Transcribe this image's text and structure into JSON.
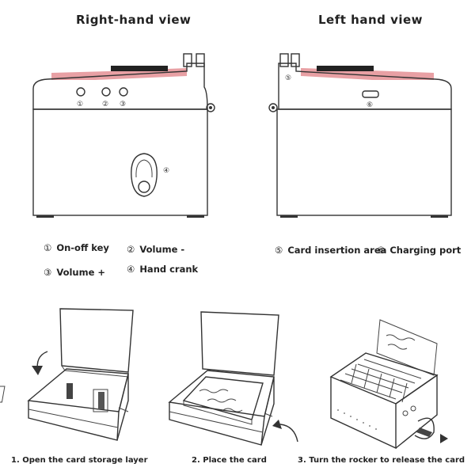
{
  "views": {
    "right": {
      "title": "Right-hand view",
      "markers": [
        "①",
        "②",
        "③",
        "④"
      ]
    },
    "left": {
      "title": "Left hand view",
      "markers": [
        "⑤",
        "⑥"
      ]
    }
  },
  "legend": {
    "on_off": {
      "num": "①",
      "text": "On-off key"
    },
    "volume_minus": {
      "num": "②",
      "text": "Volume -"
    },
    "volume_plus": {
      "num": "③",
      "text": "Volume +"
    },
    "hand_crank": {
      "num": "④",
      "text": "Hand crank"
    },
    "card_area": {
      "num": "⑤",
      "text": "Card insertion area"
    },
    "charging": {
      "num": "⑥",
      "text": "Charging port"
    }
  },
  "steps": [
    {
      "caption": "1. Open the card storage layer"
    },
    {
      "caption": "2. Place the card"
    },
    {
      "caption": "3. Turn the rocker to release the card"
    }
  ],
  "colors": {
    "accent": "#e8a0a4",
    "outline": "#333333"
  }
}
